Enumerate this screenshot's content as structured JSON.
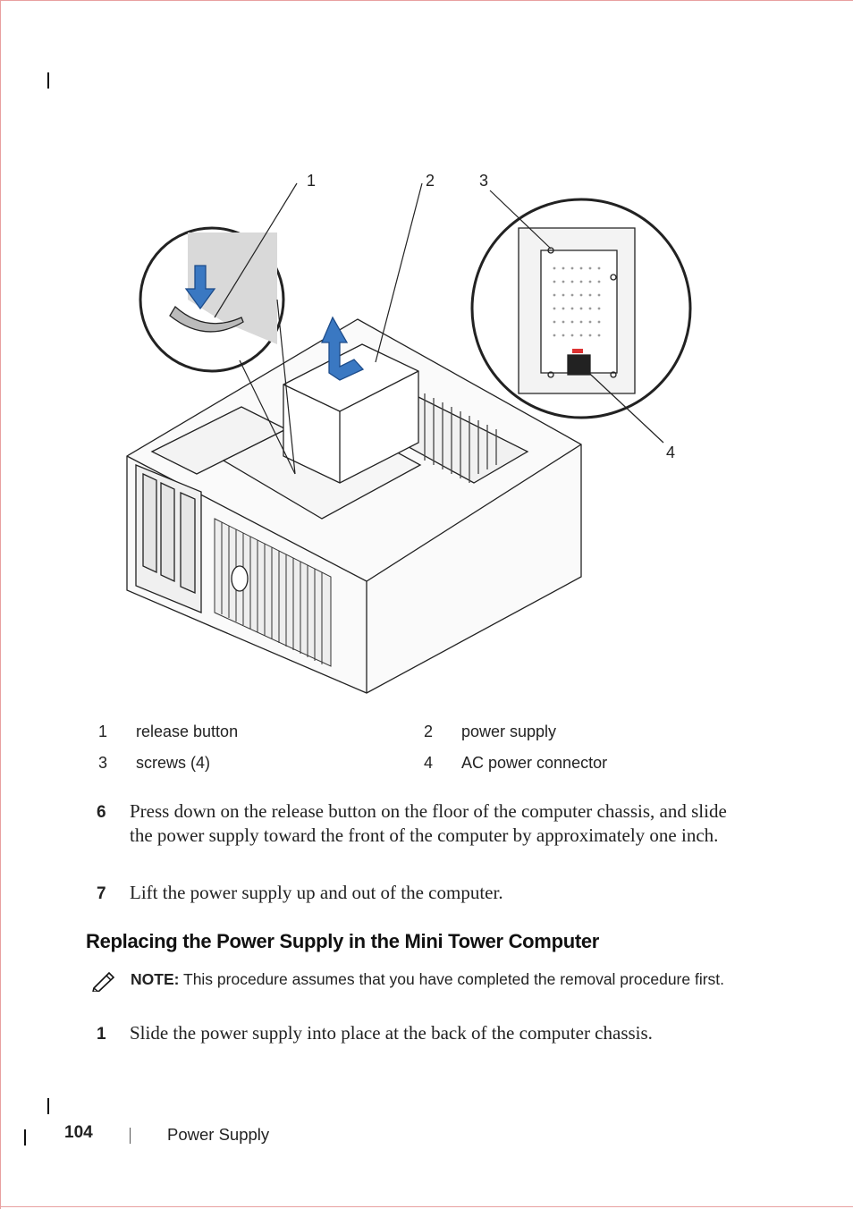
{
  "figure": {
    "callouts": [
      "1",
      "2",
      "3",
      "4"
    ]
  },
  "legend": [
    {
      "num": "1",
      "label": "release button",
      "num2": "2",
      "label2": "power supply"
    },
    {
      "num": "3",
      "label": "screws (4)",
      "num2": "4",
      "label2": "AC power connector"
    }
  ],
  "steps_a": [
    {
      "num": "6",
      "text": "Press down on the release button on the floor of the computer chassis, and slide the power supply toward the front of the computer by approximately one inch."
    },
    {
      "num": "7",
      "text": "Lift the power supply up and out of the computer."
    }
  ],
  "section_heading": "Replacing the Power Supply in the Mini Tower Computer",
  "note": {
    "label": "NOTE:",
    "text": " This procedure assumes that you have completed the removal procedure first."
  },
  "steps_b": [
    {
      "num": "1",
      "text": "Slide the power supply into place at the back of the computer chassis."
    }
  ],
  "footer": {
    "page_number": "104",
    "section": "Power Supply"
  }
}
